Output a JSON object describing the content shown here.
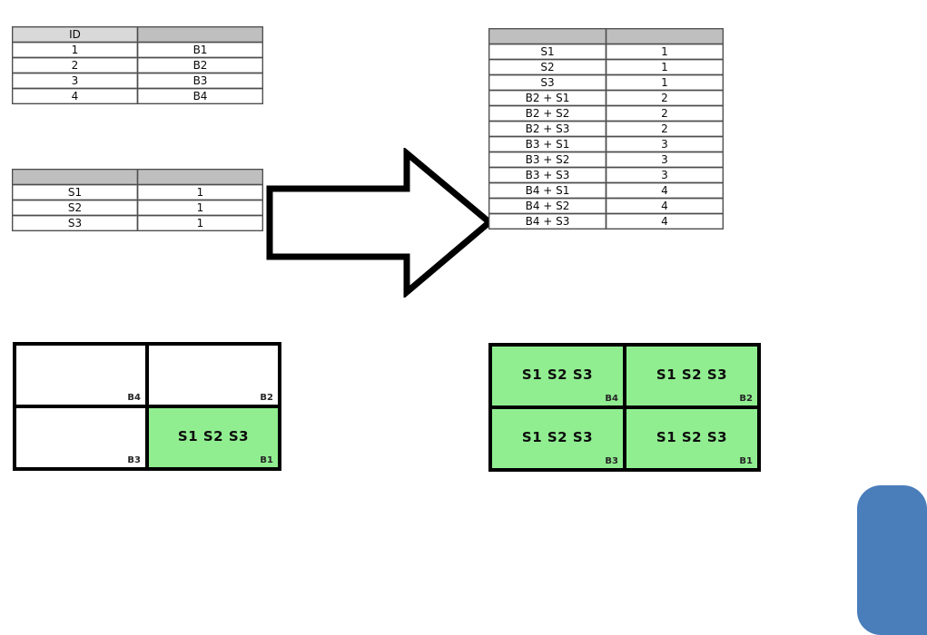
{
  "tables": {
    "id_table": {
      "name": "id-block-table",
      "headers": [
        "ID",
        ""
      ],
      "rows": [
        [
          "1",
          "B1"
        ],
        [
          "2",
          "B2"
        ],
        [
          "3",
          "B3"
        ],
        [
          "4",
          "B4"
        ]
      ]
    },
    "s_table": {
      "name": "segment-table",
      "headers": [
        "",
        ""
      ],
      "rows": [
        [
          "S1",
          "1"
        ],
        [
          "S2",
          "1"
        ],
        [
          "S3",
          "1"
        ]
      ]
    },
    "combined_table": {
      "name": "combined-table",
      "headers": [
        "",
        ""
      ],
      "rows": [
        [
          "S1",
          "1"
        ],
        [
          "S2",
          "1"
        ],
        [
          "S3",
          "1"
        ],
        [
          "B2 + S1",
          "2"
        ],
        [
          "B2 + S2",
          "2"
        ],
        [
          "B2 + S3",
          "2"
        ],
        [
          "B3 + S1",
          "3"
        ],
        [
          "B3 + S2",
          "3"
        ],
        [
          "B3 + S3",
          "3"
        ],
        [
          "B4 + S1",
          "4"
        ],
        [
          "B4 + S2",
          "4"
        ],
        [
          "B4 + S3",
          "4"
        ]
      ]
    }
  },
  "arrow": {
    "caption": "",
    "direction": "right"
  },
  "grids": {
    "left": {
      "cells": [
        {
          "tag": "B4",
          "content": "",
          "filled": false
        },
        {
          "tag": "B2",
          "content": "",
          "filled": false
        },
        {
          "tag": "B3",
          "content": "",
          "filled": false
        },
        {
          "tag": "B1",
          "content": "S1 S2 S3",
          "filled": true
        }
      ]
    },
    "right": {
      "cells": [
        {
          "tag": "B4",
          "content": "S1 S2 S3",
          "filled": true
        },
        {
          "tag": "B2",
          "content": "S1 S2 S3",
          "filled": true
        },
        {
          "tag": "B3",
          "content": "S1 S2 S3",
          "filled": true
        },
        {
          "tag": "B1",
          "content": "S1 S2 S3",
          "filled": true
        }
      ]
    }
  },
  "colors": {
    "fill_green": "#90EE90",
    "header_light": "#D9D9D9",
    "header_dark": "#BFBFBF",
    "accent_blue": "#4A7EBB",
    "line": "#000000"
  }
}
